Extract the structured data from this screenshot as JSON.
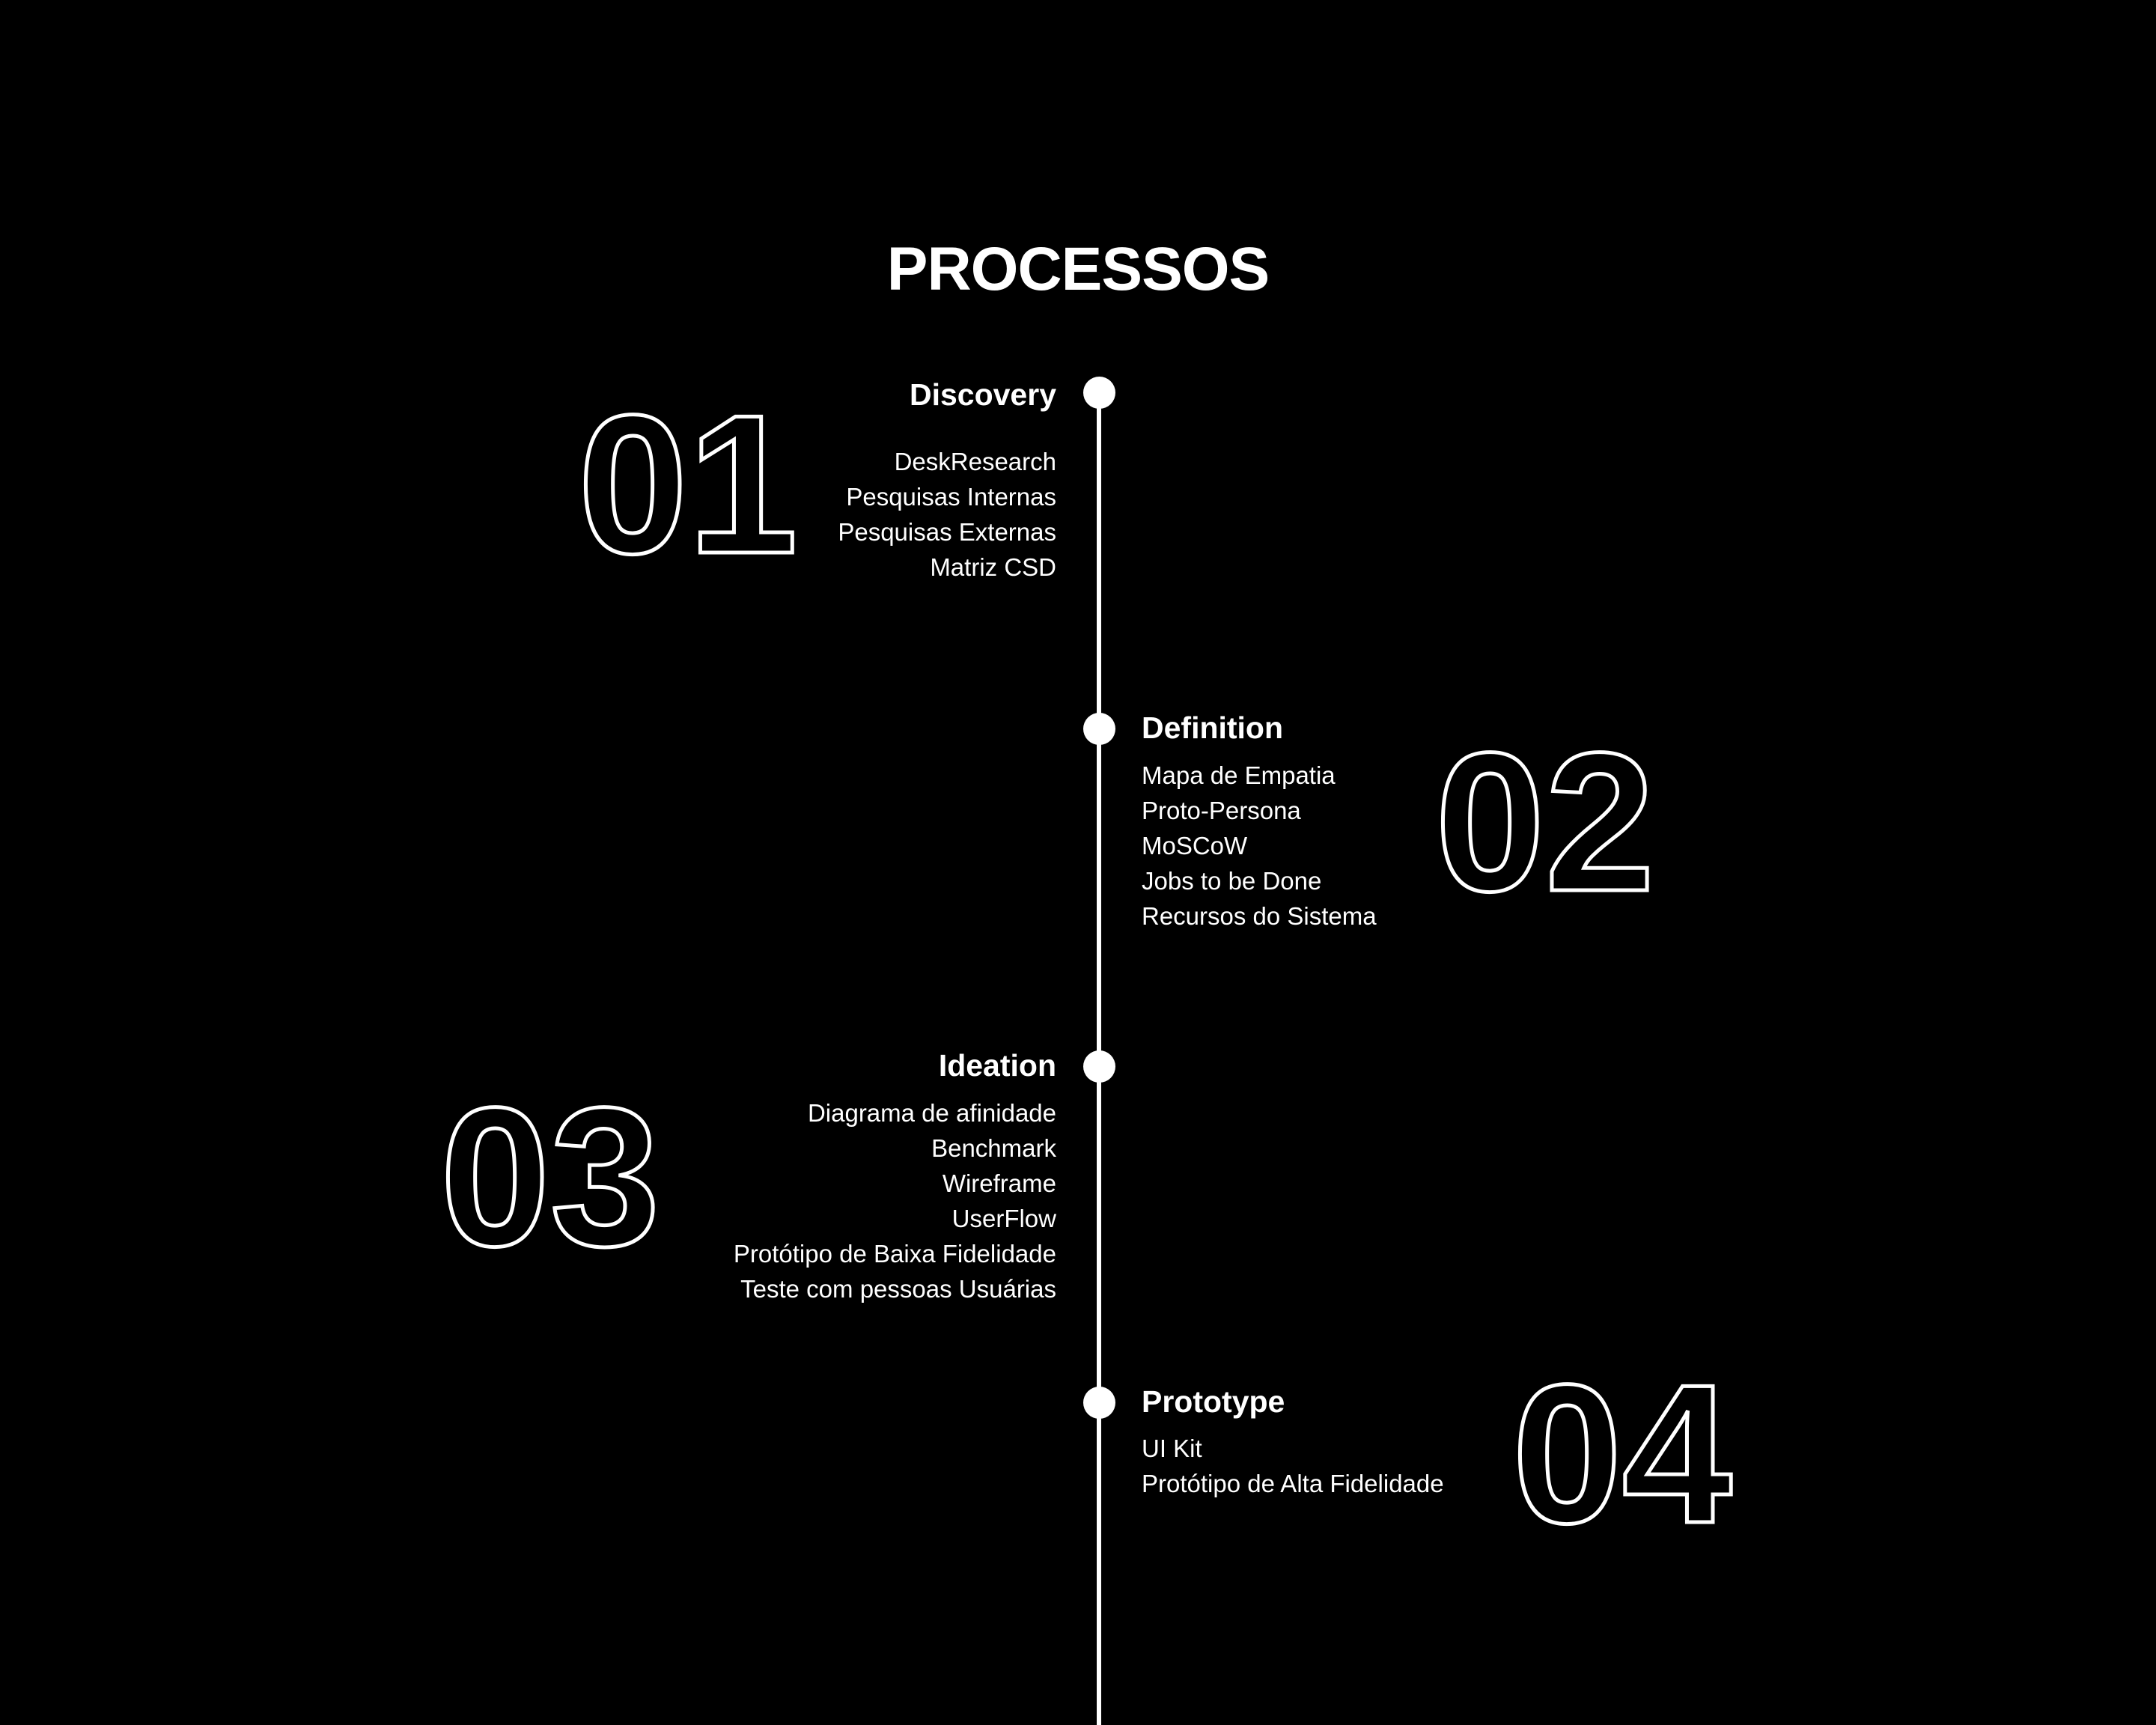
{
  "page": {
    "title": "PROCESSOS",
    "background_color": "#000000",
    "text_color": "#ffffff"
  },
  "timeline": {
    "stages": [
      {
        "number": "01",
        "label": "Discovery",
        "side": "left",
        "items": [
          "DeskResearch",
          "Pesquisas Internas",
          "Pesquisas Externas",
          "Matriz CSD"
        ]
      },
      {
        "number": "02",
        "label": "Definition",
        "side": "right",
        "items": [
          "Mapa de Empatia",
          "Proto-Persona",
          "MoSCoW",
          "Jobs to be Done",
          "Recursos do Sistema"
        ]
      },
      {
        "number": "03",
        "label": "Ideation",
        "side": "left",
        "items": [
          "Diagrama de afinidade",
          "Benchmark",
          "Wireframe",
          "UserFlow",
          "Protótipo de Baixa Fidelidade",
          "Teste com pessoas Usuárias"
        ]
      },
      {
        "number": "04",
        "label": "Prototype",
        "side": "right",
        "items": [
          "UI Kit",
          "Protótipo de Alta Fidelidade"
        ]
      }
    ]
  }
}
